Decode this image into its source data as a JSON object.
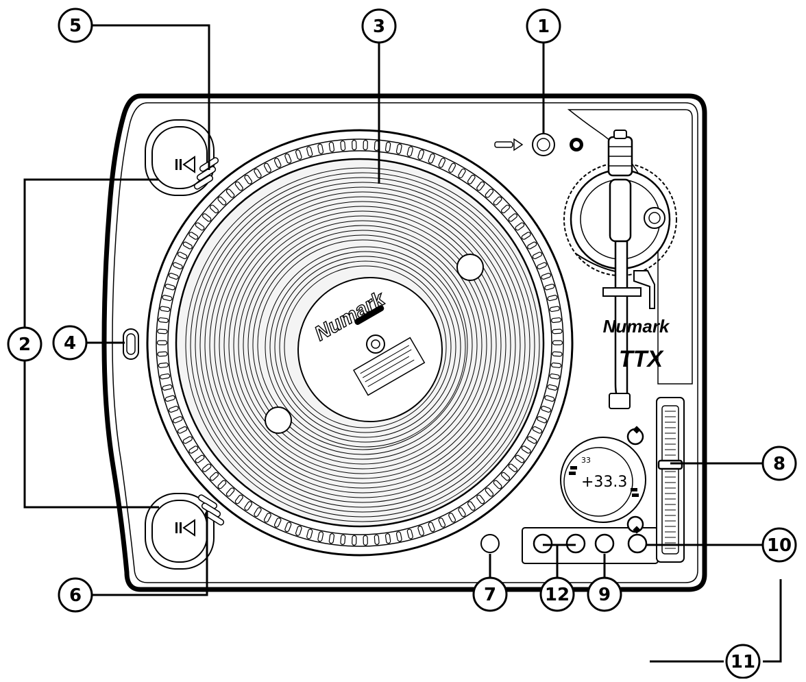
{
  "callouts": [
    {
      "id": "1",
      "label": "1"
    },
    {
      "id": "2",
      "label": "2"
    },
    {
      "id": "3",
      "label": "3"
    },
    {
      "id": "4",
      "label": "4"
    },
    {
      "id": "5",
      "label": "5"
    },
    {
      "id": "6",
      "label": "6"
    },
    {
      "id": "7",
      "label": "7"
    },
    {
      "id": "8",
      "label": "8"
    },
    {
      "id": "9",
      "label": "9"
    },
    {
      "id": "10",
      "label": "10"
    },
    {
      "id": "11",
      "label": "11"
    },
    {
      "id": "12",
      "label": "12"
    }
  ],
  "device": {
    "platter_brand": "Numark",
    "deck_brand": "Numark",
    "model_mark": "TTX",
    "display_rpm": "33",
    "display_pitch": "+33.3"
  },
  "colors": {
    "line": "#000000",
    "background": "#ffffff",
    "record_fill": "#f4f4f4"
  }
}
